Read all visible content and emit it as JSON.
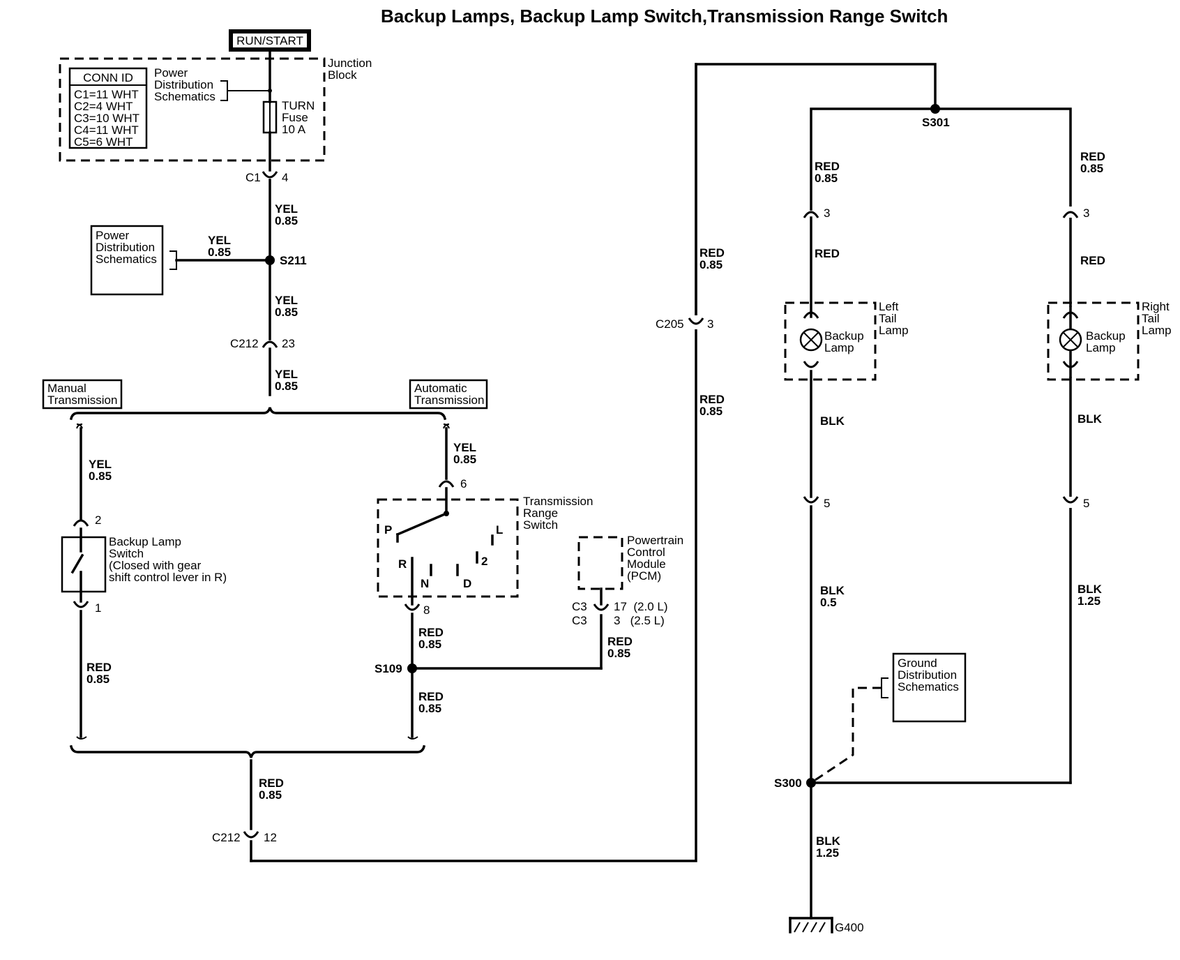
{
  "title": "Backup Lamps, Backup Lamp Switch,Transmission Range Switch",
  "power": {
    "source": "RUN/START"
  },
  "junction_block": {
    "label": [
      "Junction",
      "Block"
    ],
    "conn_id_header": "CONN ID",
    "conn_ids": [
      "C1=11 WHT",
      "C2=4 WHT",
      "C3=10 WHT",
      "C4=11 WHT",
      "C5=6 WHT"
    ],
    "power_ref": [
      "Power",
      "Distribution",
      "Schematics"
    ],
    "fuse": [
      "TURN",
      "Fuse",
      "10 A"
    ]
  },
  "connectors": {
    "c1": {
      "name": "C1",
      "pin": "4"
    },
    "c212_top": {
      "name": "C212",
      "pin": "23"
    },
    "c212_bottom": {
      "name": "C212",
      "pin": "12"
    },
    "c205": {
      "name": "C205",
      "pin": "3"
    },
    "backup_switch_pin_top": "2",
    "backup_switch_pin_bottom": "1",
    "trs_pin_top": "6",
    "trs_pin_bottom": "8",
    "pcm_c3_a": "C3",
    "pcm_c3_b": "C3",
    "pcm_pin_a": "17  (2.0 L)",
    "pcm_pin_b": "3   (2.5 L)",
    "left_lamp_pin_top": "3",
    "left_lamp_pin_bottom": "5",
    "right_lamp_pin_top": "3",
    "right_lamp_pin_bottom": "5"
  },
  "splices": {
    "s211": "S211",
    "s109": "S109",
    "s301": "S301",
    "s300": "S300"
  },
  "ground": "G400",
  "power_dist_box": [
    "Power",
    "Distribution",
    "Schematics"
  ],
  "ground_dist_box": [
    "Ground",
    "Distribution",
    "Schematics"
  ],
  "manual_transmission": [
    "Manual",
    "Transmission"
  ],
  "automatic_transmission": [
    "Automatic",
    "Transmission"
  ],
  "backup_lamp_switch": [
    "Backup Lamp",
    "Switch",
    "(Closed with gear",
    "shift control lever in R)"
  ],
  "transmission_range_switch": {
    "label": [
      "Transmission",
      "Range",
      "Switch"
    ],
    "positions": {
      "p": "P",
      "r": "R",
      "n": "N",
      "d": "D",
      "two": "2",
      "l": "L"
    }
  },
  "pcm": [
    "Powertrain",
    "Control",
    "Module",
    "(PCM)"
  ],
  "left_tail_lamp": [
    "Left",
    "Tail",
    "Lamp"
  ],
  "right_tail_lamp": [
    "Right",
    "Tail",
    "Lamp"
  ],
  "backup_lamp": [
    "Backup",
    "Lamp"
  ],
  "wires": {
    "yel_below_c1": [
      "YEL",
      "0.85"
    ],
    "yel_to_pds": [
      "YEL",
      "0.85"
    ],
    "yel_below_s211": [
      "YEL",
      "0.85"
    ],
    "yel_below_c212": [
      "YEL",
      "0.85"
    ],
    "yel_manual": [
      "YEL",
      "0.85"
    ],
    "yel_auto": [
      "YEL",
      "0.85"
    ],
    "red_manual": [
      "RED",
      "0.85"
    ],
    "red_trs": [
      "RED",
      "0.85"
    ],
    "red_pcm": [
      "RED",
      "0.85"
    ],
    "red_s109": [
      "RED",
      "0.85"
    ],
    "red_below_merge": [
      "RED",
      "0.85"
    ],
    "red_c205_upper": [
      "RED",
      "0.85"
    ],
    "red_c205_lower": [
      "RED",
      "0.85"
    ],
    "red_left_top": [
      "RED",
      "0.85"
    ],
    "red_right_top": [
      "RED",
      "0.85"
    ],
    "red_left_lamp": "RED",
    "red_right_lamp": "RED",
    "blk_left_upper": "BLK",
    "blk_right_upper": "BLK",
    "blk_left_lower": [
      "BLK",
      "0.5"
    ],
    "blk_right_lower": [
      "BLK",
      "1.25"
    ],
    "blk_ground": [
      "BLK",
      "1.25"
    ]
  }
}
